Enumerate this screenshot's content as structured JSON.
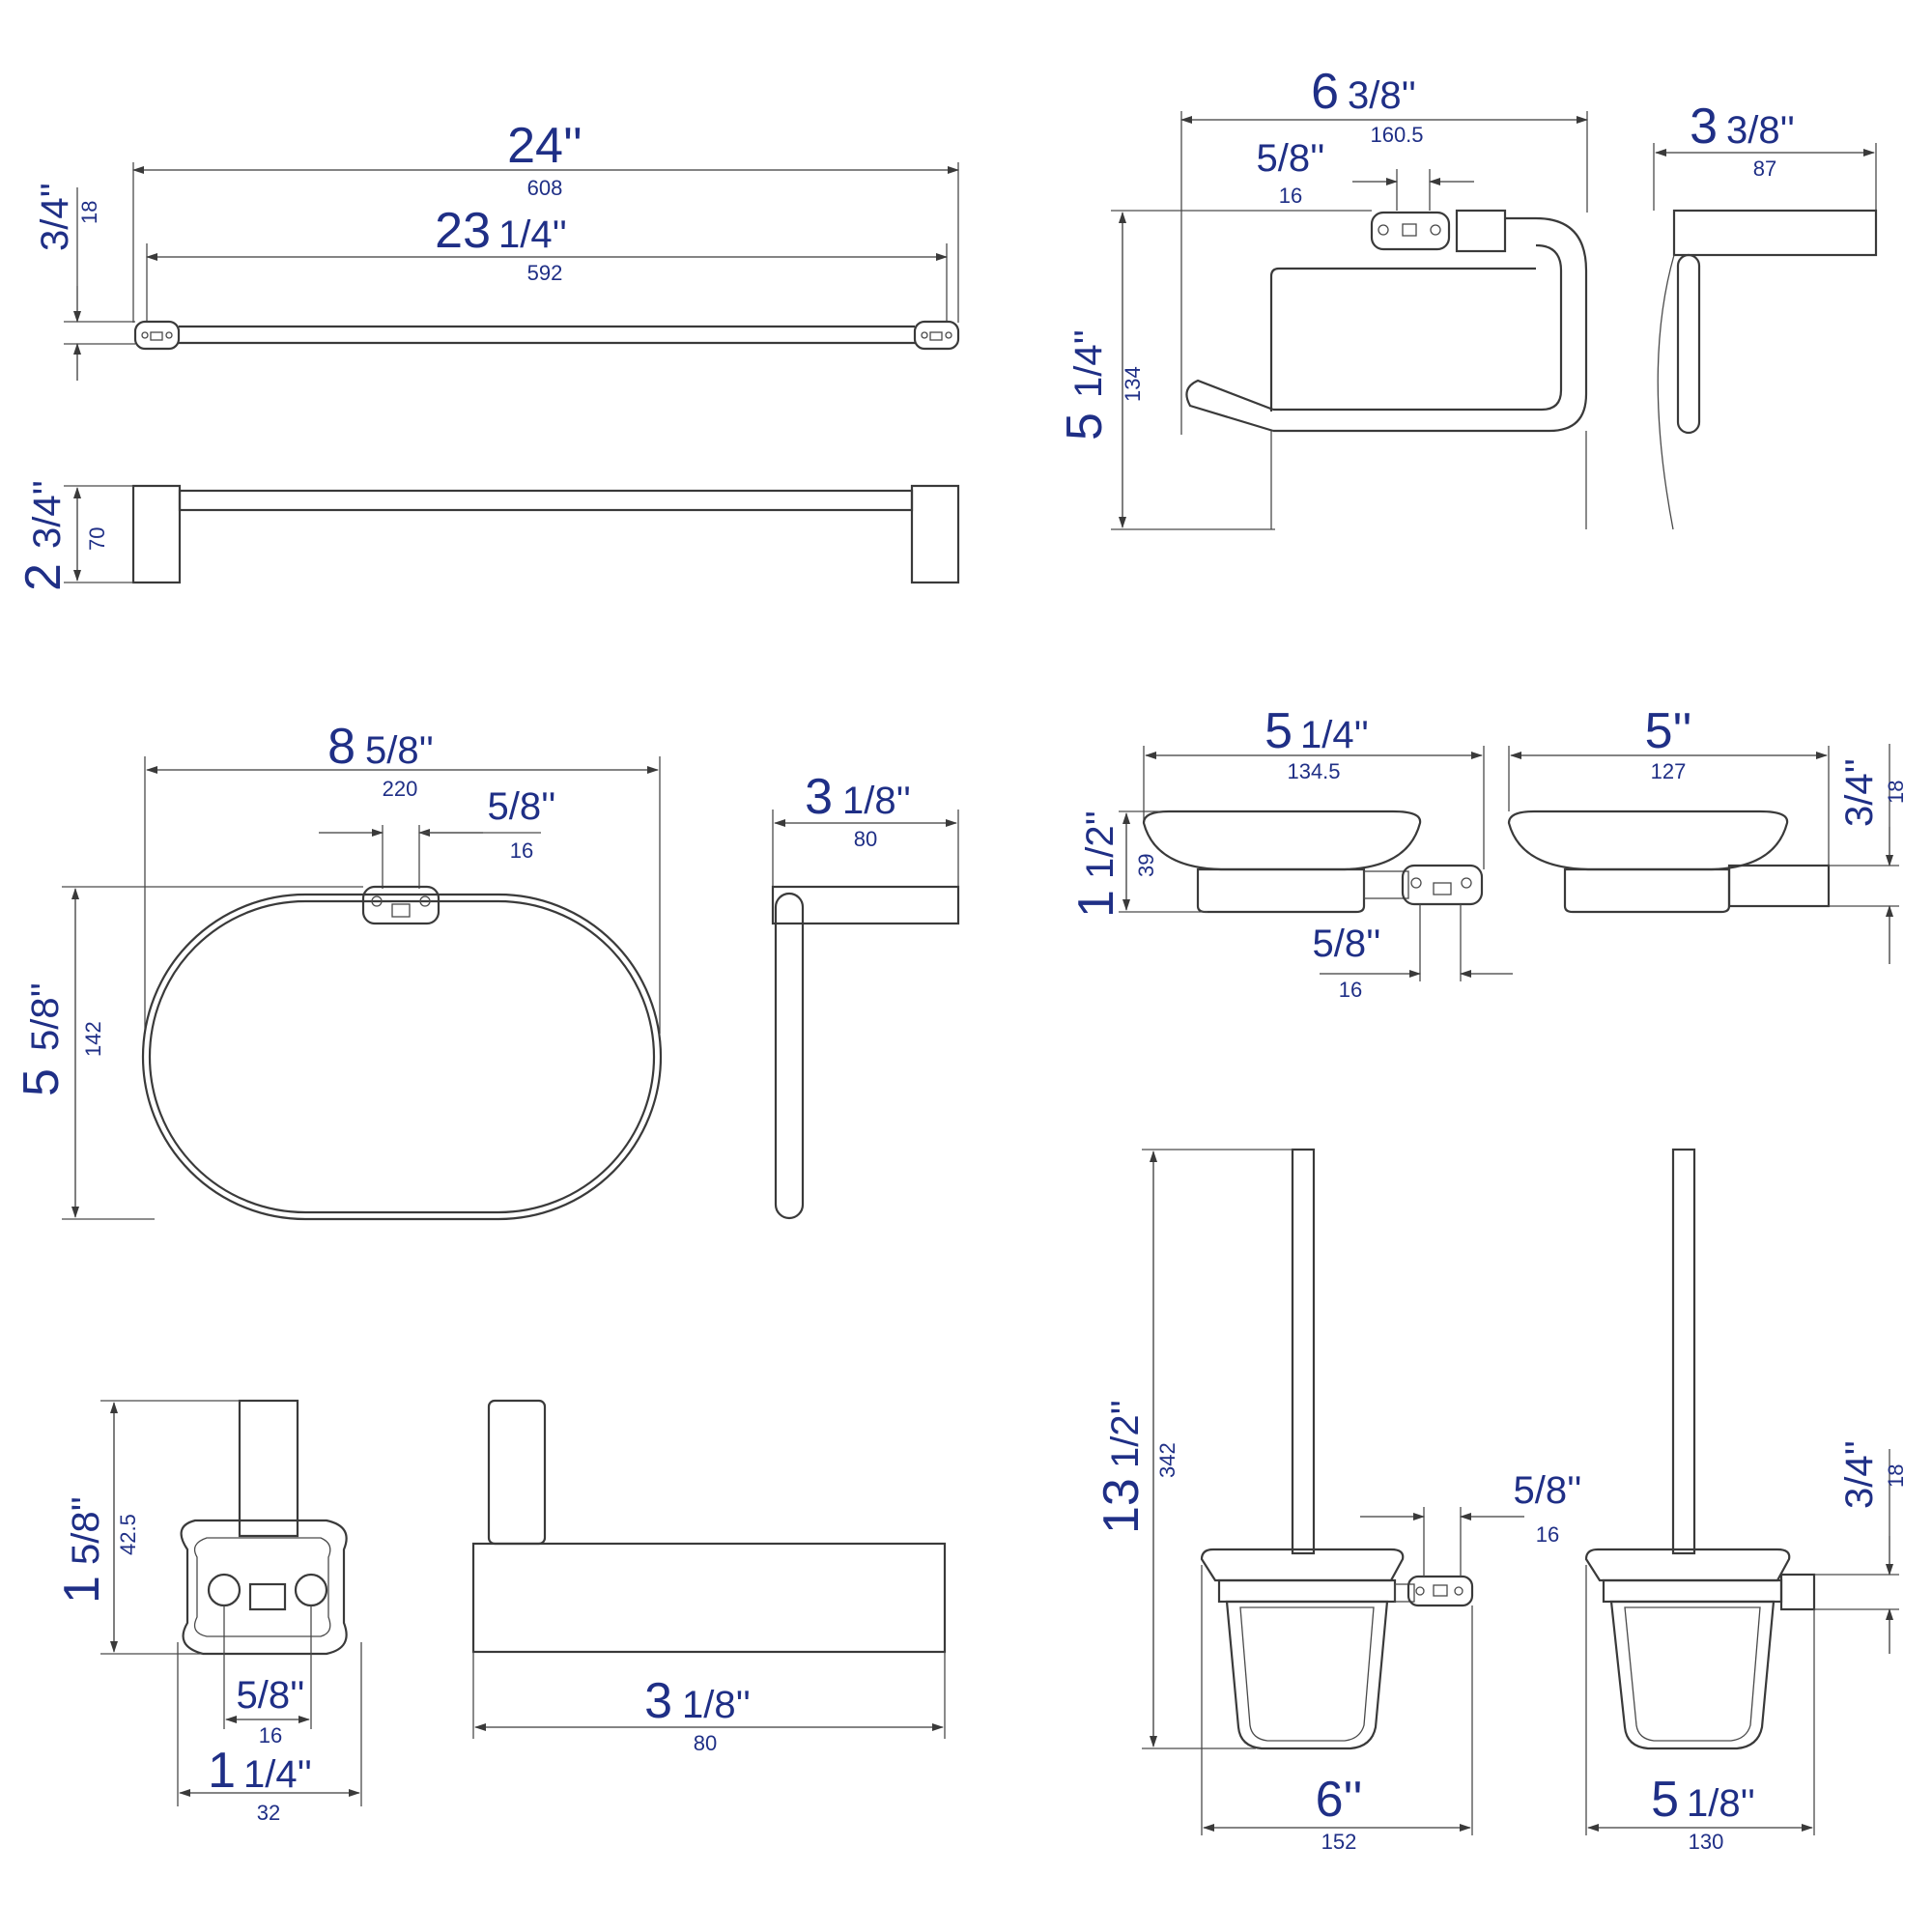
{
  "colors": {
    "label": "#1f2f86",
    "line": "#3a3a3a",
    "background": "#ffffff"
  },
  "towel_bar": {
    "overall": {
      "inch_whole": "24''",
      "mm": "608"
    },
    "span": {
      "inch_whole": "23",
      "inch_frac": "1/4''",
      "mm": "592"
    },
    "depth": {
      "inch_whole": "",
      "inch_frac": "3/4''",
      "mm": "18"
    },
    "height": {
      "inch_whole": "2",
      "inch_frac": "3/4''",
      "mm": "70"
    }
  },
  "paper_holder": {
    "width": {
      "inch_whole": "6",
      "inch_frac": "3/8''",
      "mm": "160.5"
    },
    "mount": {
      "inch_whole": "",
      "inch_frac": "5/8''",
      "mm": "16"
    },
    "height": {
      "inch_whole": "5",
      "inch_frac": "1/4''",
      "mm": "134"
    },
    "depth": {
      "inch_whole": "3",
      "inch_frac": "3/8''",
      "mm": "87"
    }
  },
  "towel_ring": {
    "width": {
      "inch_whole": "8",
      "inch_frac": "5/8''",
      "mm": "220"
    },
    "mount": {
      "inch_whole": "",
      "inch_frac": "5/8''",
      "mm": "16"
    },
    "height": {
      "inch_whole": "5",
      "inch_frac": "5/8''",
      "mm": "142"
    },
    "depth": {
      "inch_whole": "3",
      "inch_frac": "1/8''",
      "mm": "80"
    }
  },
  "soap_dish": {
    "width": {
      "inch_whole": "5",
      "inch_frac": "1/4''",
      "mm": "134.5"
    },
    "height": {
      "inch_whole": "1",
      "inch_frac": "1/2''",
      "mm": "39"
    },
    "mount": {
      "inch_whole": "",
      "inch_frac": "5/8''",
      "mm": "16"
    },
    "depth": {
      "inch_whole": "5''",
      "mm": "127"
    },
    "bracket": {
      "inch_whole": "",
      "inch_frac": "3/4''",
      "mm": "18"
    }
  },
  "robe_hook": {
    "height": {
      "inch_whole": "1",
      "inch_frac": "5/8''",
      "mm": "42.5"
    },
    "mount": {
      "inch_whole": "",
      "inch_frac": "5/8''",
      "mm": "16"
    },
    "width": {
      "inch_whole": "1",
      "inch_frac": "1/4''",
      "mm": "32"
    },
    "depth": {
      "inch_whole": "3",
      "inch_frac": "1/8''",
      "mm": "80"
    }
  },
  "toilet_brush": {
    "height": {
      "inch_whole": "13",
      "inch_frac": "1/2''",
      "mm": "342"
    },
    "mount": {
      "inch_whole": "",
      "inch_frac": "5/8''",
      "mm": "16"
    },
    "width": {
      "inch_whole": "6''",
      "mm": "152"
    },
    "depth": {
      "inch_whole": "5",
      "inch_frac": "1/8''",
      "mm": "130"
    },
    "bracket": {
      "inch_whole": "",
      "inch_frac": "3/4''",
      "mm": "18"
    }
  }
}
